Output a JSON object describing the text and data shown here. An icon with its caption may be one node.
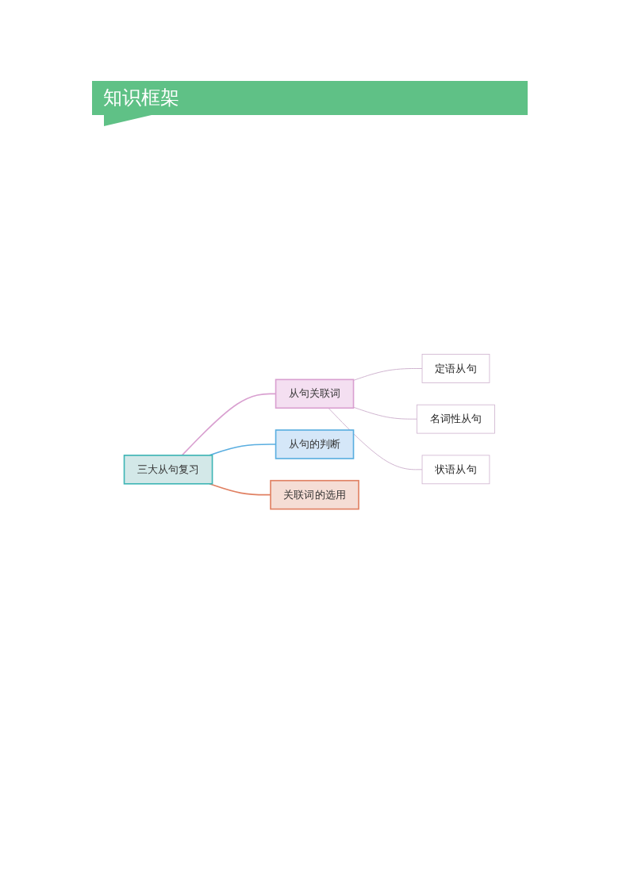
{
  "diagram": {
    "title": "知识框架",
    "nodes": [
      {
        "text": [
          "三大从句复习"
        ]
      },
      {
        "text": [
          "从句关联词"
        ]
      },
      {
        "text": [
          "从句的判断"
        ]
      },
      {
        "text": [
          "关联词的选用"
        ]
      },
      {
        "text": [
          "定语从句"
        ]
      },
      {
        "text": [
          "名词性从句"
        ]
      },
      {
        "text": [
          "状语从句"
        ]
      }
    ],
    "edges": [
      {
        "from": 0,
        "to": 1,
        "arrow": "none",
        "color": "#d9a0d0"
      },
      {
        "from": 0,
        "to": 2,
        "arrow": "none",
        "color": "#5aaee0"
      },
      {
        "from": 0,
        "to": 3,
        "arrow": "none",
        "color": "#e08062"
      },
      {
        "from": 1,
        "to": 4,
        "arrow": "none"
      },
      {
        "from": 1,
        "to": 5,
        "arrow": "none"
      },
      {
        "from": 1,
        "to": 6,
        "arrow": "none"
      }
    ]
  }
}
